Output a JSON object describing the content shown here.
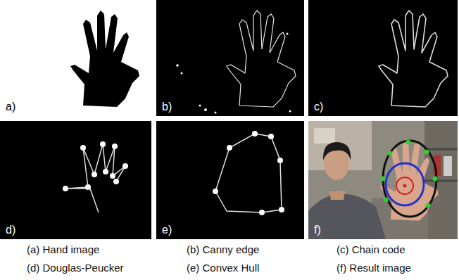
{
  "diagram": {
    "nodes": [
      {
        "text": [
          "a)"
        ]
      },
      {
        "text": [
          "b)"
        ]
      },
      {
        "text": [
          "c)"
        ]
      },
      {
        "text": [
          "d)"
        ]
      },
      {
        "text": [
          "e)"
        ]
      },
      {
        "text": [
          "f)"
        ]
      }
    ],
    "labels": [
      "(a) Hand image",
      "(b) Canny edge",
      "(c) Chain code",
      "(d) Douglas-Peucker",
      "(e) Convex Hull",
      "(f) Result image"
    ]
  }
}
